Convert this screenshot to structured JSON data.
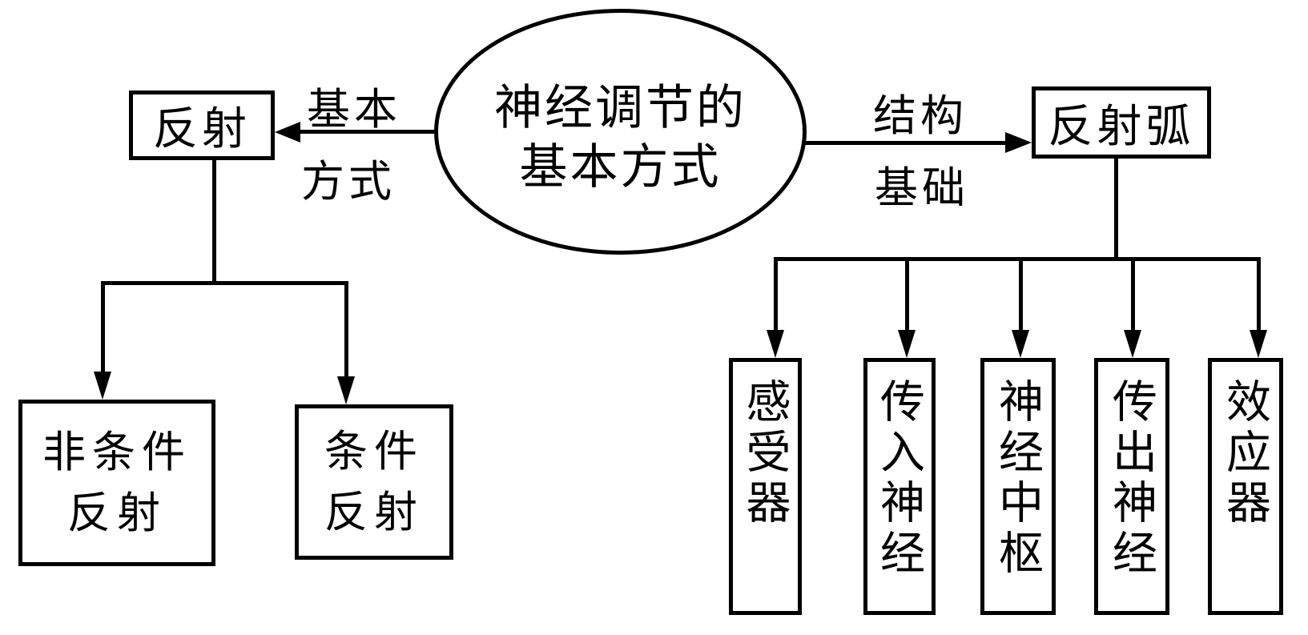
{
  "diagram": {
    "background_color": "#ffffff",
    "line_color": "#000000",
    "center_node": {
      "line1": "神经调节的",
      "line2": "基本方式"
    },
    "left_edge": {
      "label_line1": "基本",
      "label_line2": "方式"
    },
    "right_edge": {
      "label_line1": "结构",
      "label_line2": "基础"
    },
    "reflex_node": {
      "label": "反射"
    },
    "reflex_arc_node": {
      "label": "反射弧"
    },
    "reflex_children": [
      {
        "line1": "非条件",
        "line2": "反射"
      },
      {
        "line1": "条件",
        "line2": "反射"
      }
    ],
    "arc_components": [
      {
        "label": "感受器"
      },
      {
        "label": "传入神经"
      },
      {
        "label": "神经中枢"
      },
      {
        "label": "传出神经"
      },
      {
        "label": "效应器"
      }
    ]
  }
}
